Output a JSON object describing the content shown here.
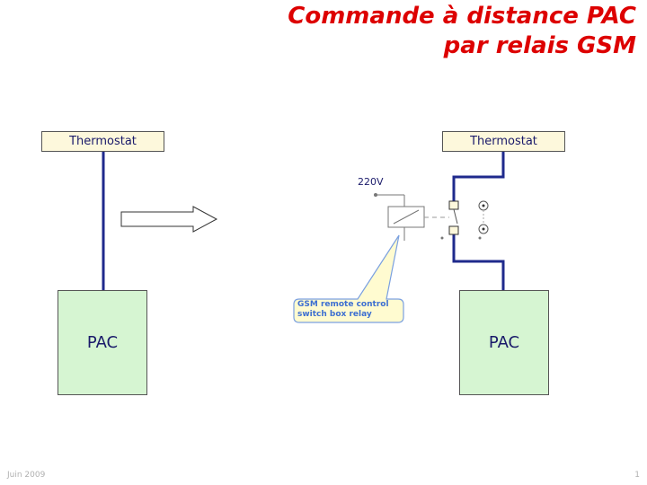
{
  "title": {
    "line1": "Commande à distance PAC",
    "line2": "par relais GSM"
  },
  "left": {
    "thermostat_label": "Thermostat",
    "pac_label": "PAC"
  },
  "right": {
    "thermostat_label": "Thermostat",
    "pac_label": "PAC",
    "voltage_label": "220V"
  },
  "callout": {
    "line1": "GSM remote control",
    "line2": "switch box relay"
  },
  "footer": {
    "date": "Juin 2009",
    "page_number": "1"
  },
  "colors": {
    "title": "#dd0000",
    "wire": "#1f2a8c",
    "thermostat_fill": "#fdf8dc",
    "pac_fill": "#d6f5d2",
    "callout_fill": "#fffbd0",
    "callout_text": "#3d6fd1"
  }
}
